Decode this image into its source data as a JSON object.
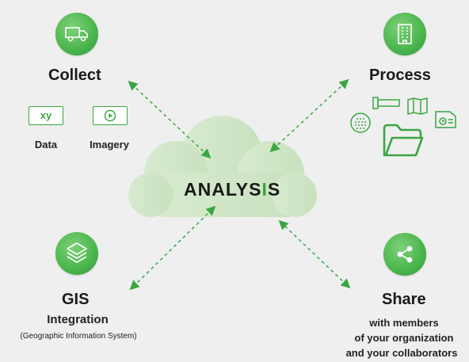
{
  "center": {
    "label_a": "ANALYS",
    "label_i": "I",
    "label_b": "S"
  },
  "collect": {
    "title": "Collect",
    "icon": "truck-icon",
    "items": [
      {
        "chip": "xy",
        "label": "Data",
        "icon": "xy-icon"
      },
      {
        "chip": "",
        "label": "Imagery",
        "icon": "play-icon"
      }
    ]
  },
  "process": {
    "title": "Process",
    "icon": "building-icon",
    "icons": [
      "dots-circle-icon",
      "pipe-icon",
      "map-icon",
      "folder-icon",
      "document-camera-icon"
    ]
  },
  "gis": {
    "title": "GIS",
    "subtitle": "Integration",
    "note": "(Geographic Information System)",
    "icon": "layers-icon"
  },
  "share": {
    "title": "Share",
    "lines": [
      "with members",
      "of your organization",
      "and your collaborators"
    ],
    "icon": "share-icon"
  },
  "colors": {
    "accent": "#3aa642",
    "cloud": "#cfe5c4",
    "background": "#efefef"
  }
}
